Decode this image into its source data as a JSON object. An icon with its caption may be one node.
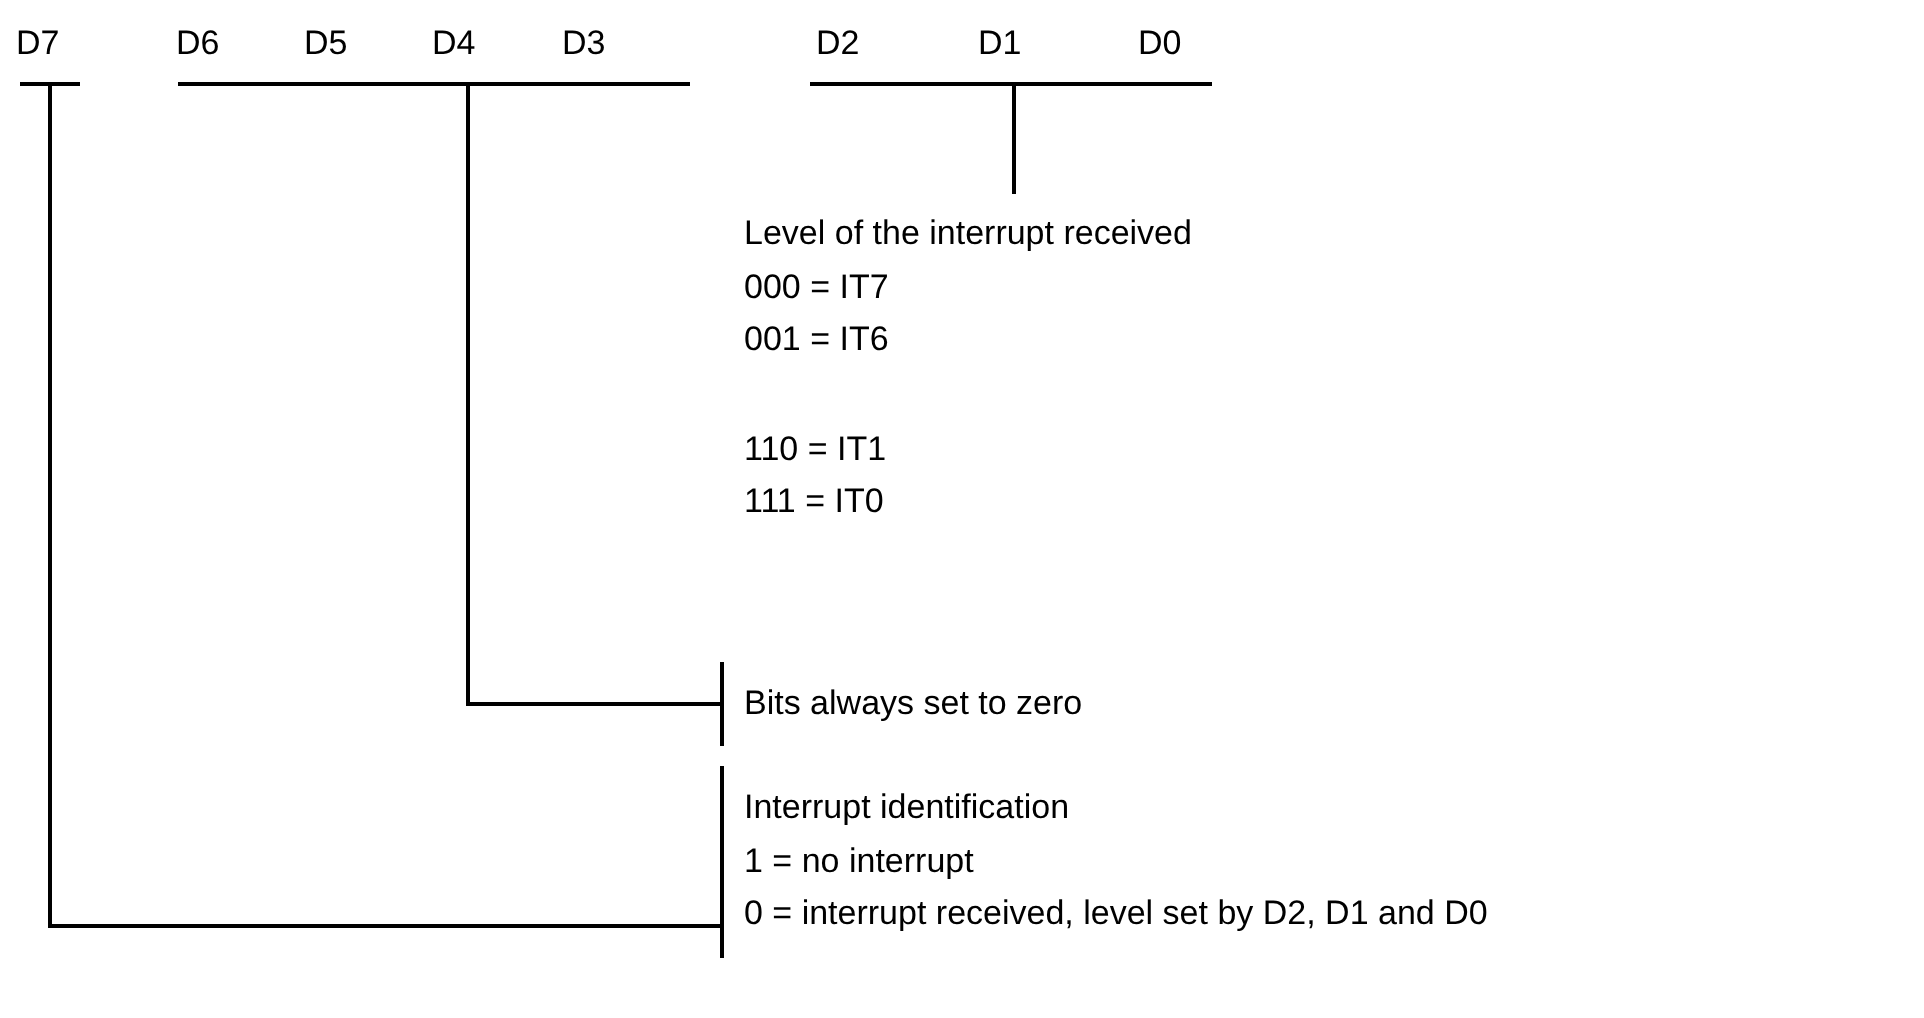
{
  "diagram": {
    "nodes": [
      {
        "text": [],
        "shape": "bar",
        "beside": [
          "D7"
        ]
      },
      {
        "text": [],
        "shape": "bar",
        "beside": [
          "D6",
          "D5",
          "D4",
          "D3"
        ]
      },
      {
        "text": [],
        "shape": "bar",
        "beside": [
          "D2",
          "D1",
          "D0"
        ]
      },
      {
        "text": [
          "Level of the interrupt received",
          "000 = IT7",
          "001 = IT6",
          "110 = IT1",
          "111 = IT0"
        ]
      },
      {
        "text": [
          "Bits always set to zero"
        ]
      },
      {
        "text": [
          "Interrupt identification",
          "1 = no interrupt",
          "0 = interrupt received, level set by D2, D1 and D0"
        ]
      }
    ],
    "edges": [
      {
        "from": 3,
        "to": 2,
        "arrow": "none"
      },
      {
        "from": 4,
        "to": 1,
        "arrow": "none"
      },
      {
        "from": 5,
        "to": 0,
        "arrow": "none"
      }
    ]
  }
}
